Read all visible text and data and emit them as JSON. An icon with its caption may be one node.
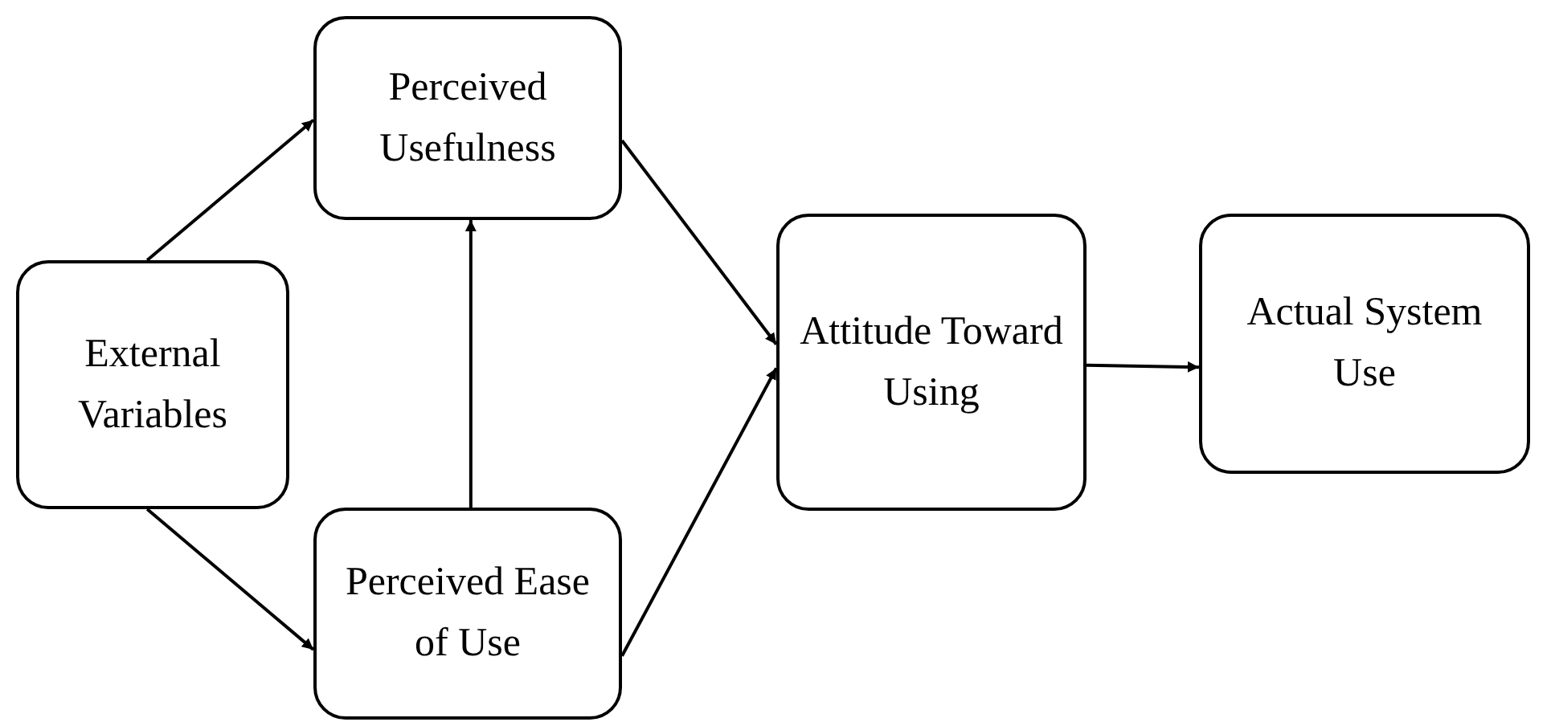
{
  "diagram": {
    "nodes": [
      {
        "text": [
          "External Variables"
        ]
      },
      {
        "text": [
          "Perceived Usefulness"
        ]
      },
      {
        "text": [
          "Perceived Ease of Use"
        ]
      },
      {
        "text": [
          "Attitude Toward Using"
        ]
      },
      {
        "text": [
          "Actual System Use"
        ]
      }
    ],
    "edges": [
      {
        "from": 0,
        "to": 1,
        "arrow": "to"
      },
      {
        "from": 0,
        "to": 2,
        "arrow": "to"
      },
      {
        "from": 2,
        "to": 1,
        "arrow": "to"
      },
      {
        "from": 1,
        "to": 3,
        "arrow": "to"
      },
      {
        "from": 2,
        "to": 3,
        "arrow": "to"
      },
      {
        "from": 3,
        "to": 4,
        "arrow": "to"
      }
    ]
  }
}
